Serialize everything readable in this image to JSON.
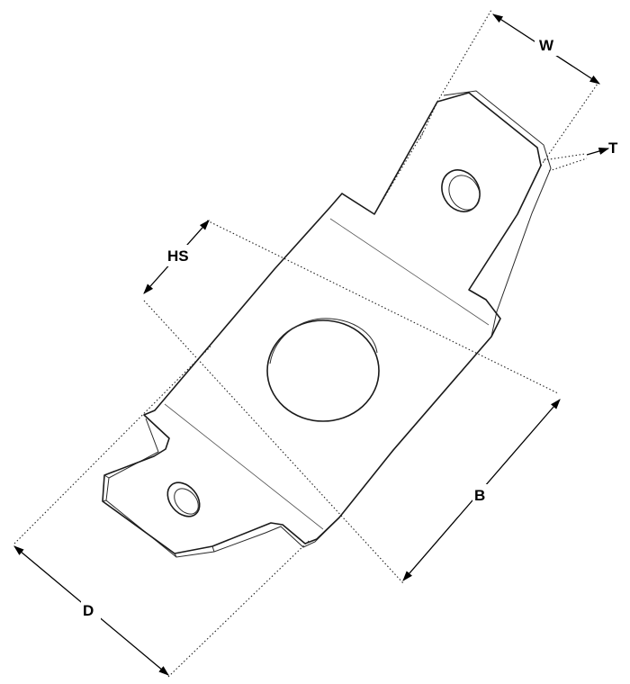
{
  "diagram": {
    "labels": {
      "width": "W",
      "thickness": "T",
      "hole_spacing": "HS",
      "body_length": "B",
      "depth": "D"
    }
  }
}
